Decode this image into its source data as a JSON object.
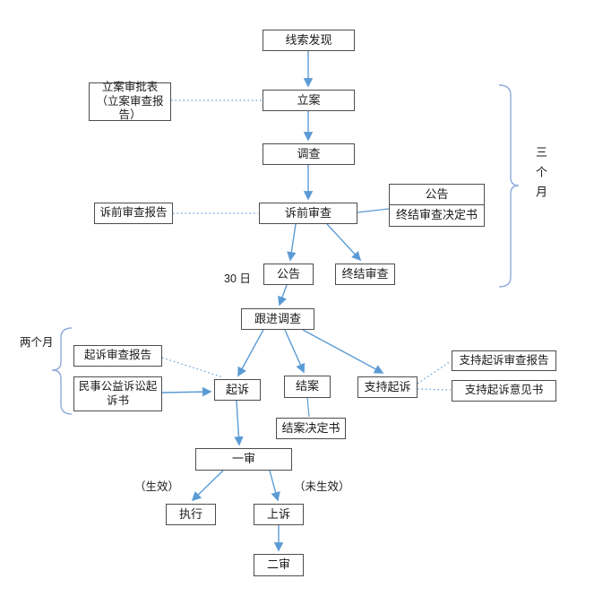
{
  "colors": {
    "arrow": "#5b9bd5",
    "dotted": "#5b9bd5",
    "brace": "#8faadc",
    "box_border": "#4d4d4d"
  },
  "nodes": {
    "clue": "线索发现",
    "filing": "立案",
    "investigation": "调查",
    "pre_litigation_review": "诉前审查",
    "announcement_right": "公告",
    "termination_decision": "终结审查决定书",
    "announcement": "公告",
    "termination_review": "终结审查",
    "follow_up_investigation": "跟进调查",
    "prosecution": "起诉",
    "case_closed": "结案",
    "support_prosecution": "支持起诉",
    "closing_decision": "结案决定书",
    "first_instance": "一审",
    "execution": "执行",
    "appeal": "上诉",
    "second_instance": "二审"
  },
  "documents": {
    "filing_approval": "立案审批表（立案审查报告）",
    "pre_litigation_report": "诉前审查报告",
    "prosecution_report": "起诉审查报告",
    "civil_indictment": "民事公益诉讼起诉书",
    "support_report": "支持起诉审查报告",
    "support_opinion": "支持起诉意见书"
  },
  "labels": {
    "days_30": "30 日",
    "effective": "（生效）",
    "not_effective": "（未生效）",
    "three_months": "三个月",
    "two_months": "两个月"
  }
}
